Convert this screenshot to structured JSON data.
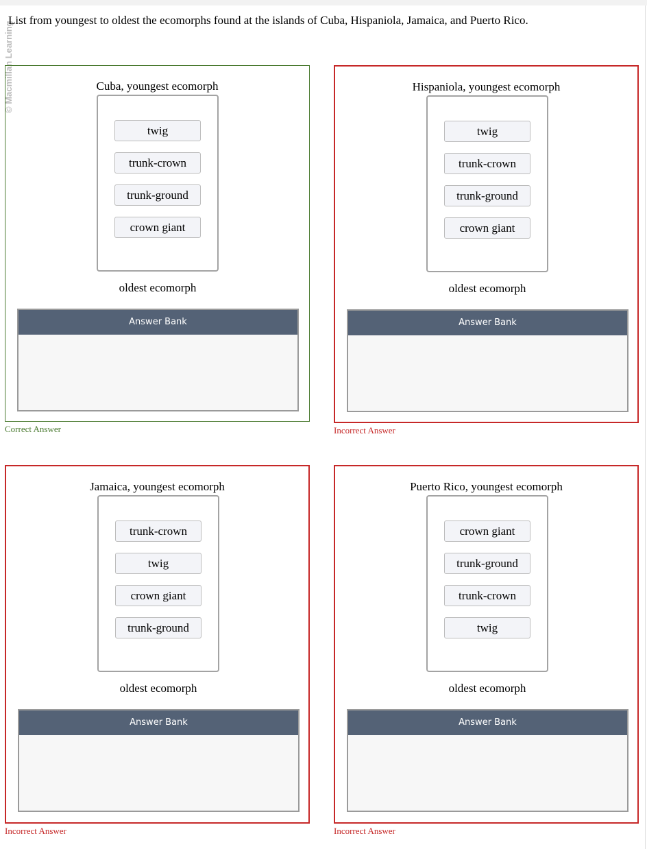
{
  "watermark": "© Macmillan Learning",
  "prompt": "List from youngest to oldest the ecomorphs found at the islands of Cuba, Hispaniola, Jamaica, and Puerto Rico.",
  "answer_bank_label": "Answer Bank",
  "oldest_label": "oldest ecomorph",
  "colors": {
    "correct": "#4a7a30",
    "incorrect": "#c62828",
    "bank_header": "#546276"
  },
  "panels": [
    {
      "title": "Cuba, youngest ecomorph",
      "items": [
        "twig",
        "trunk-crown",
        "trunk-ground",
        "crown giant"
      ],
      "status": "Correct Answer",
      "state": "correct"
    },
    {
      "title": "Hispaniola, youngest ecomorph",
      "items": [
        "twig",
        "trunk-crown",
        "trunk-ground",
        "crown giant"
      ],
      "status": "Incorrect Answer",
      "state": "incorrect"
    },
    {
      "title": "Jamaica, youngest ecomorph",
      "items": [
        "trunk-crown",
        "twig",
        "crown giant",
        "trunk-ground"
      ],
      "status": "Incorrect Answer",
      "state": "incorrect"
    },
    {
      "title": "Puerto Rico, youngest ecomorph",
      "items": [
        "crown giant",
        "trunk-ground",
        "trunk-crown",
        "twig"
      ],
      "status": "Incorrect Answer",
      "state": "incorrect"
    }
  ]
}
